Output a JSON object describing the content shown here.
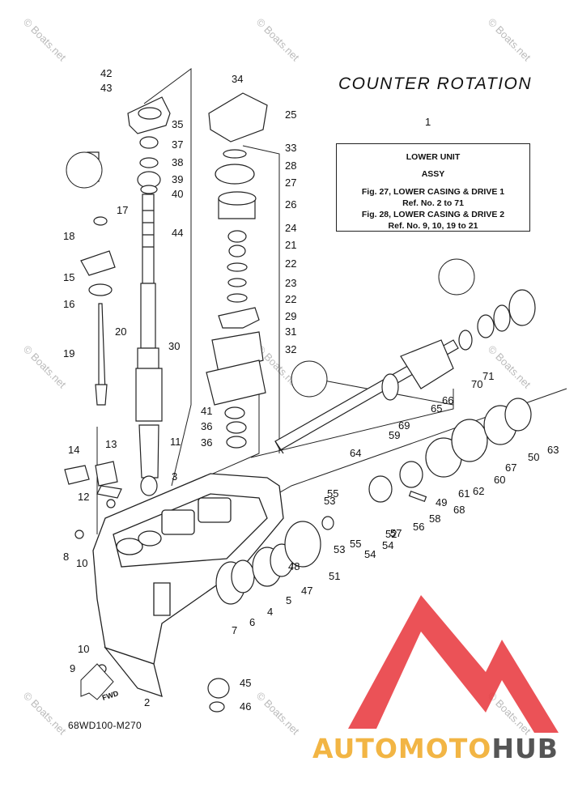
{
  "title": "COUNTER ROTATION",
  "infobox": {
    "ref": "1",
    "line1": "LOWER UNIT",
    "line2": "ASSY",
    "line3": "Fig. 27, LOWER CASING & DRIVE 1",
    "line4": "Ref. No. 2 to 71",
    "line5": "Fig. 28, LOWER CASING & DRIVE 2",
    "line6": "Ref. No. 9, 10, 19 to 21"
  },
  "diagram_code": "68WD100-M270",
  "fwd_label": "FWD",
  "watermark": "© Boats.net",
  "brand": {
    "part1": "AUTOMOTO",
    "part2": "HUB",
    "color1": "#f2b544",
    "color2": "#555555",
    "logo_color": "#e8343a"
  },
  "callouts": [
    "42",
    "43",
    "35",
    "37",
    "38",
    "39",
    "40",
    "17",
    "18",
    "15",
    "16",
    "20",
    "30",
    "19",
    "44",
    "34",
    "25",
    "33",
    "28",
    "27",
    "26",
    "24",
    "21",
    "22",
    "23",
    "22",
    "29",
    "31",
    "32",
    "41",
    "36",
    "36",
    "11",
    "3",
    "14",
    "13",
    "12",
    "8",
    "10",
    "2",
    "10",
    "9",
    "45",
    "46",
    "7",
    "6",
    "4",
    "5",
    "48",
    "47",
    "51",
    "53",
    "55",
    "55",
    "53",
    "54",
    "52",
    "54",
    "57",
    "56",
    "58",
    "49",
    "68",
    "61",
    "62",
    "60",
    "67",
    "50",
    "63",
    "64",
    "59",
    "69",
    "65",
    "66",
    "70",
    "71"
  ]
}
